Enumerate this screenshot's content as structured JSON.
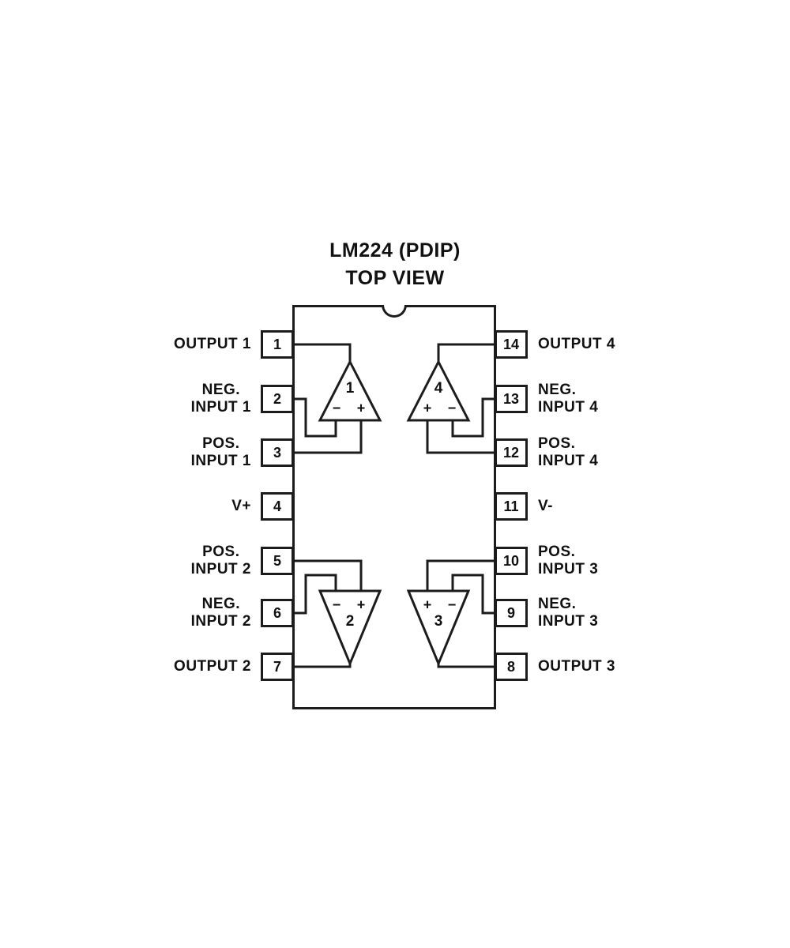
{
  "title": "LM224 (PDIP)",
  "subtitle": "TOP VIEW",
  "colors": {
    "line": "#1c1c1c",
    "text": "#111111",
    "background": "#ffffff"
  },
  "ic": {
    "left_pins": [
      {
        "number": "1",
        "label": "OUTPUT 1"
      },
      {
        "number": "2",
        "label": "NEG.\nINPUT 1"
      },
      {
        "number": "3",
        "label": "POS.\nINPUT 1"
      },
      {
        "number": "4",
        "label": "V+"
      },
      {
        "number": "5",
        "label": "POS.\nINPUT 2"
      },
      {
        "number": "6",
        "label": "NEG.\nINPUT 2"
      },
      {
        "number": "7",
        "label": "OUTPUT 2"
      }
    ],
    "right_pins": [
      {
        "number": "14",
        "label": "OUTPUT 4"
      },
      {
        "number": "13",
        "label": "NEG.\nINPUT 4"
      },
      {
        "number": "12",
        "label": "POS.\nINPUT 4"
      },
      {
        "number": "11",
        "label": "V-"
      },
      {
        "number": "10",
        "label": "POS.\nINPUT 3"
      },
      {
        "number": "9",
        "label": "NEG.\nINPUT 3"
      },
      {
        "number": "8",
        "label": "OUTPUT 3"
      }
    ],
    "opamps": [
      {
        "number": "1",
        "left_sign": "−",
        "right_sign": "+"
      },
      {
        "number": "4",
        "left_sign": "+",
        "right_sign": "−"
      },
      {
        "number": "2",
        "left_sign": "−",
        "right_sign": "+"
      },
      {
        "number": "3",
        "left_sign": "+",
        "right_sign": "−"
      }
    ]
  }
}
